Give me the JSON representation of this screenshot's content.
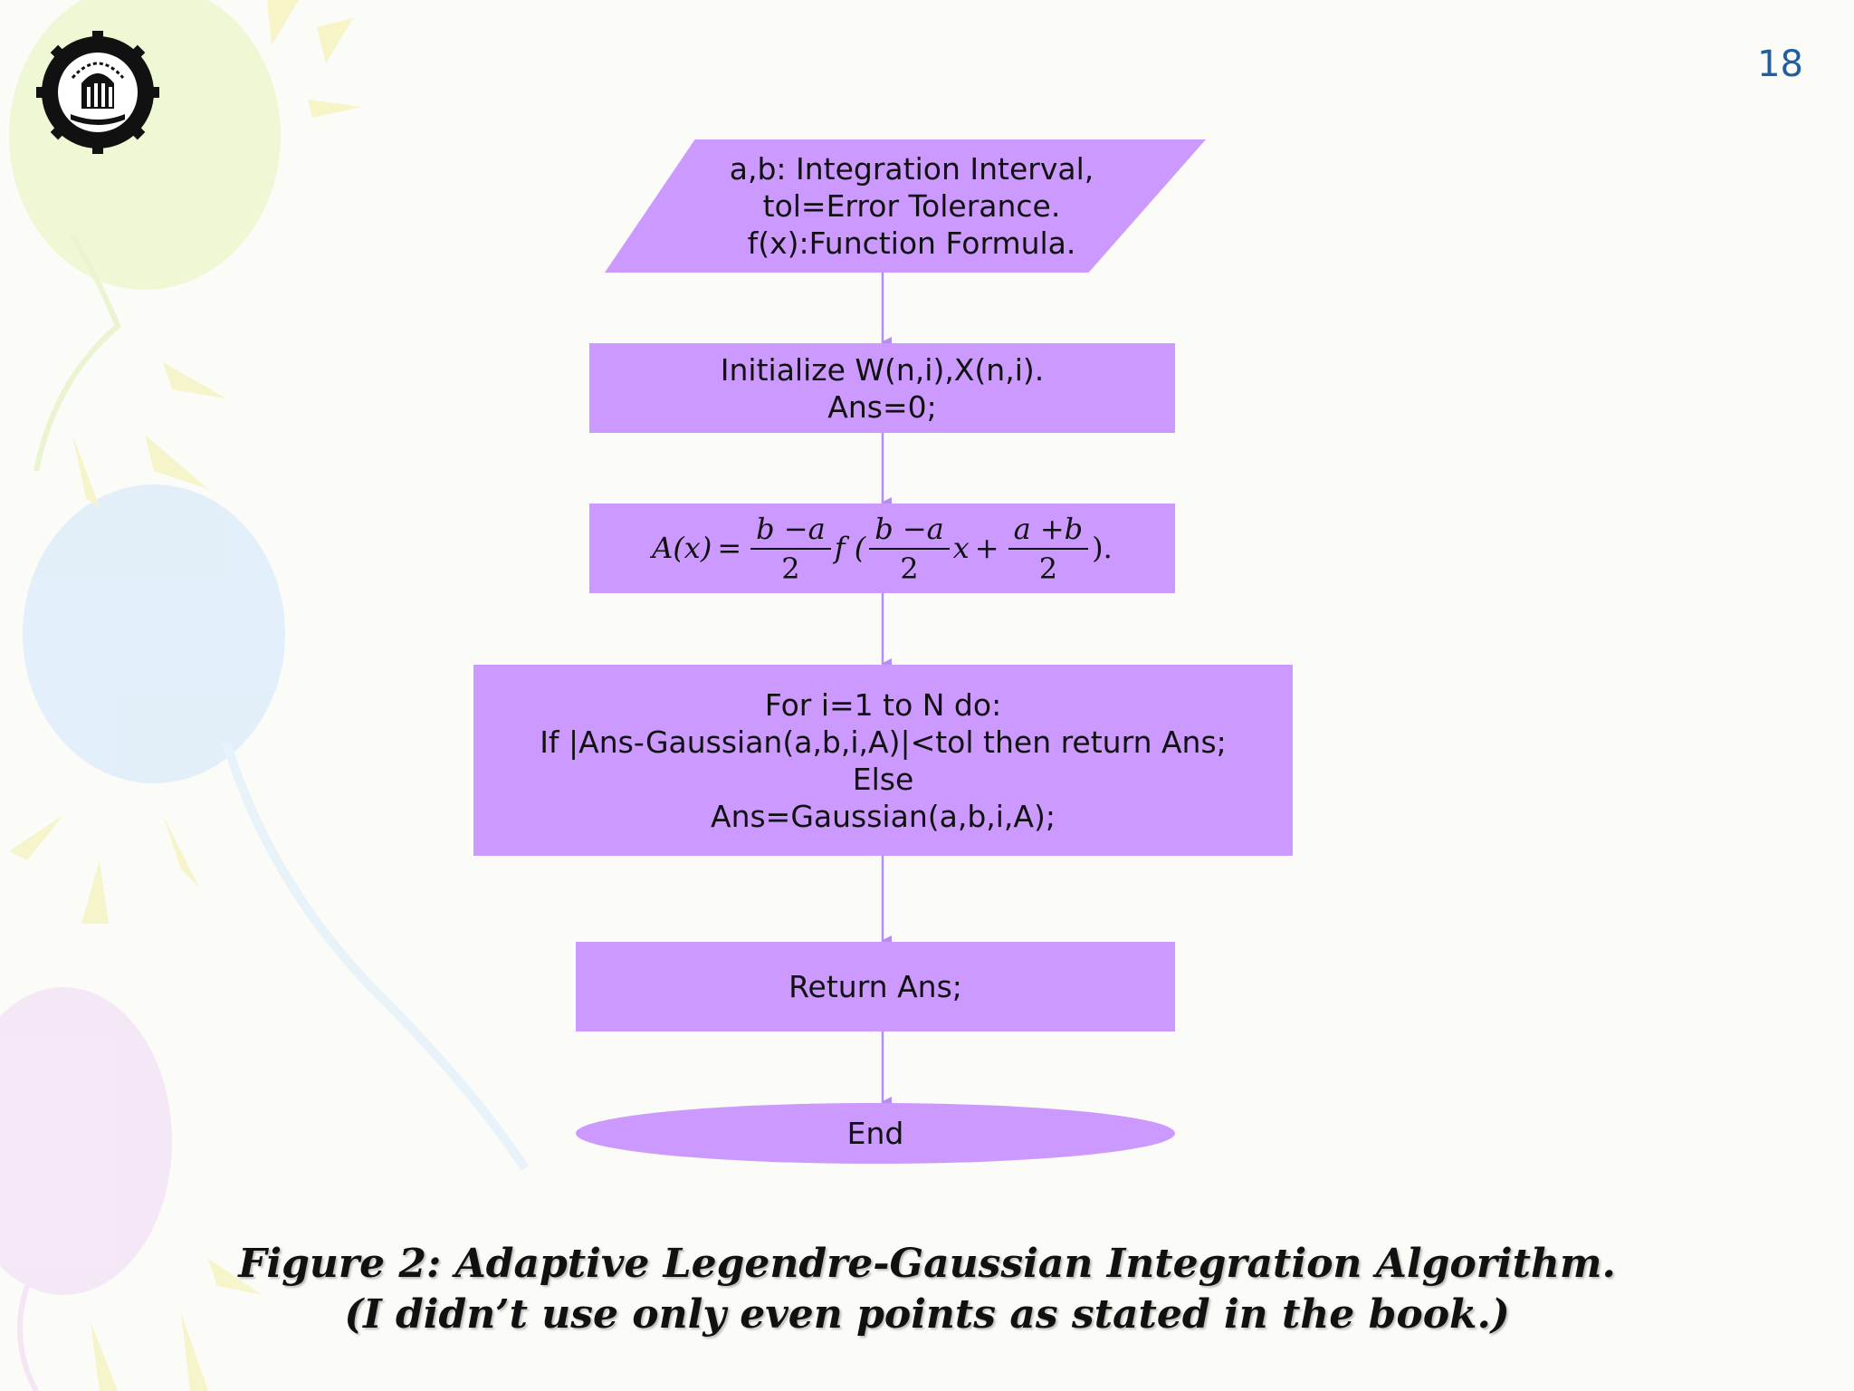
{
  "page_number": "18",
  "flowchart": {
    "input_lines": [
      "a,b: Integration Interval,",
      "tol=Error Tolerance.",
      "f(x):Function Formula."
    ],
    "init_lines": [
      "Initialize W(n,i),X(n,i).",
      "Ans=0;"
    ],
    "formula": {
      "lhs": "A(x)",
      "eq": "=",
      "coef_num": "b −a",
      "coef_den": "2",
      "func": "f (",
      "arg_num": "b −a",
      "arg_den": "2",
      "var": "x",
      "plus": "+",
      "shift_num": "a +b",
      "shift_den": "2",
      "close": ")."
    },
    "loop_lines": [
      "For i=1 to N do:",
      "If |Ans-Gaussian(a,b,i,A)|<tol then return Ans;",
      "Else",
      "Ans=Gaussian(a,b,i,A);"
    ],
    "return_label": "Return Ans;",
    "end_label": "End"
  },
  "caption": {
    "line1": "Figure 2: Adaptive Legendre-Gaussian Integration Algorithm.",
    "line2": "(I didn’t use only even points as stated in the book.)"
  },
  "colors": {
    "node_fill": "#cc99ff",
    "arrow": "#b48ef0",
    "page_number": "#1f5fa0"
  }
}
